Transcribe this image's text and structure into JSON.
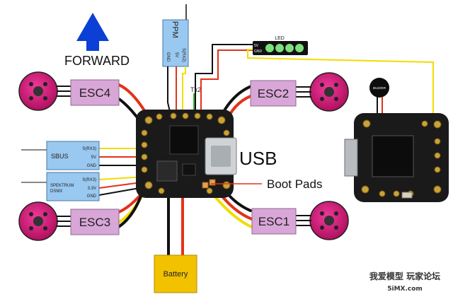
{
  "labels": {
    "forward": "FORWARD",
    "usb": "USB",
    "boot_pads": "Boot Pads",
    "battery": "Battery",
    "buzzer": "BUZZER",
    "led": "LED",
    "tx2": "Tx2"
  },
  "ppm": {
    "title": "PPM",
    "pins": [
      "S(RX2)",
      "5V",
      "GND"
    ]
  },
  "led_pins": [
    "5V",
    "GND"
  ],
  "escs": {
    "esc1": "ESC1",
    "esc2": "ESC2",
    "esc3": "ESC3",
    "esc4": "ESC4"
  },
  "sbus": {
    "title": "SBUS",
    "pins": [
      "S(RX3)",
      "5V",
      "GND"
    ]
  },
  "spektrum": {
    "title_1": "SPEKTRUM",
    "title_2": "DSMX",
    "pins": [
      "S(RX3)",
      "3.3V",
      "GND"
    ]
  },
  "watermark": {
    "line1": "我爱模型 玩家论坛",
    "line2": "5iMX.com"
  },
  "colors": {
    "motor": "#d6177c",
    "esc_box": "#d9a6d8",
    "receiver": "#99c8f0",
    "battery": "#f2c200",
    "led_on": "#7ee07a",
    "arrow": "#0b3fd6",
    "wire_red": "#e2321a",
    "wire_yellow": "#f2dc00",
    "wire_black": "#111111",
    "board": "#1a1a1a"
  }
}
